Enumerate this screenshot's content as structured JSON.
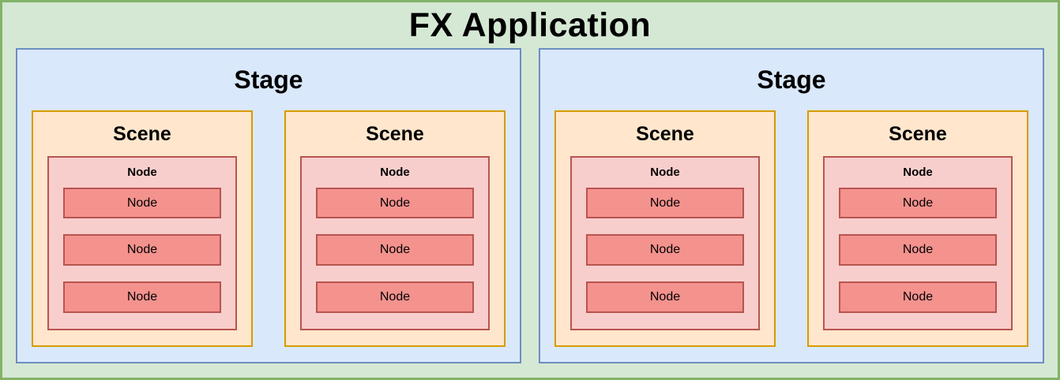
{
  "app": {
    "title": "FX Application",
    "colors": {
      "app_fill": "#d5e8d4",
      "app_stroke": "#82b366",
      "stage_fill": "#dae8fc",
      "stage_stroke": "#6c8ebf",
      "scene_fill": "#ffe6cc",
      "scene_stroke": "#d79b00",
      "node_group_fill": "#f8cecc",
      "node_group_stroke": "#b85450",
      "node_fill": "#f4928e",
      "node_stroke": "#b85450",
      "text_color": "#000000"
    },
    "stages": [
      {
        "label": "Stage",
        "scenes": [
          {
            "label": "Scene",
            "node_group": {
              "label": "Node",
              "children": [
                {
                  "label": "Node"
                },
                {
                  "label": "Node"
                },
                {
                  "label": "Node"
                }
              ]
            }
          },
          {
            "label": "Scene",
            "node_group": {
              "label": "Node",
              "children": [
                {
                  "label": "Node"
                },
                {
                  "label": "Node"
                },
                {
                  "label": "Node"
                }
              ]
            }
          }
        ]
      },
      {
        "label": "Stage",
        "scenes": [
          {
            "label": "Scene",
            "node_group": {
              "label": "Node",
              "children": [
                {
                  "label": "Node"
                },
                {
                  "label": "Node"
                },
                {
                  "label": "Node"
                }
              ]
            }
          },
          {
            "label": "Scene",
            "node_group": {
              "label": "Node",
              "children": [
                {
                  "label": "Node"
                },
                {
                  "label": "Node"
                },
                {
                  "label": "Node"
                }
              ]
            }
          }
        ]
      }
    ]
  }
}
